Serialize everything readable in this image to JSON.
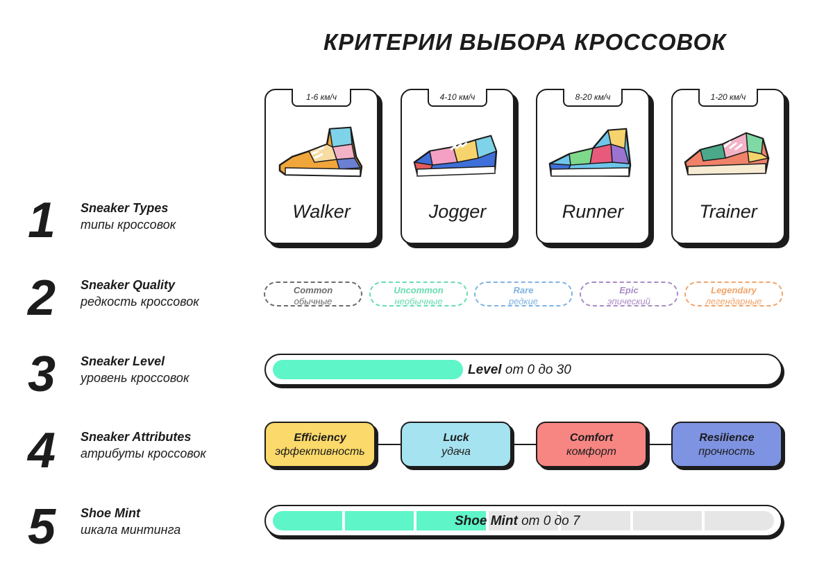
{
  "title": "КРИТЕРИИ ВЫБОРА КРОССОВОК",
  "rows": [
    {
      "num": "1",
      "en": "Sneaker Types",
      "ru": "типы кроссовок"
    },
    {
      "num": "2",
      "en": "Sneaker Quality",
      "ru": "редкость кроссовок"
    },
    {
      "num": "3",
      "en": "Sneaker Level",
      "ru": "уровень кроссовок"
    },
    {
      "num": "4",
      "en": "Sneaker Attributes",
      "ru": "атрибуты кроссовок"
    },
    {
      "num": "5",
      "en": "Shoe Mint",
      "ru": "шкала минтинга"
    }
  ],
  "types": [
    {
      "name": "Walker",
      "speed": "1-6 км/ч",
      "icon": "walker-sneaker-icon"
    },
    {
      "name": "Jogger",
      "speed": "4-10 км/ч",
      "icon": "jogger-sneaker-icon"
    },
    {
      "name": "Runner",
      "speed": "8-20 км/ч",
      "icon": "runner-sneaker-icon"
    },
    {
      "name": "Trainer",
      "speed": "1-20 км/ч",
      "icon": "trainer-sneaker-icon"
    }
  ],
  "quality": [
    {
      "en": "Common",
      "ru": "обычные",
      "color": "#6b6b6b"
    },
    {
      "en": "Uncommon",
      "ru": "необычные",
      "color": "#67dcb0"
    },
    {
      "en": "Rare",
      "ru": "редкие",
      "color": "#7fb2e3"
    },
    {
      "en": "Epic",
      "ru": "эпический",
      "color": "#a98bc7"
    },
    {
      "en": "Legendary",
      "ru": "легендарные",
      "color": "#f0a46a"
    }
  ],
  "level": {
    "label": "Level",
    "range": "от 0 до 30",
    "fill_fraction": 0.38
  },
  "attributes": [
    {
      "en": "Efficiency",
      "ru": "эффективность",
      "color": "#fbd96a"
    },
    {
      "en": "Luck",
      "ru": "удача",
      "color": "#a6e3f0"
    },
    {
      "en": "Comfort",
      "ru": "комфорт",
      "color": "#f78683"
    },
    {
      "en": "Resilience",
      "ru": "прочность",
      "color": "#7f93e3"
    }
  ],
  "mint": {
    "label": "Shoe Mint",
    "range": "от 0 до 7",
    "segments": 7,
    "filled": 3
  },
  "colors": {
    "accent": "#5ef5c8",
    "ink": "#1c1c1c",
    "track": "#e6e6e6"
  }
}
